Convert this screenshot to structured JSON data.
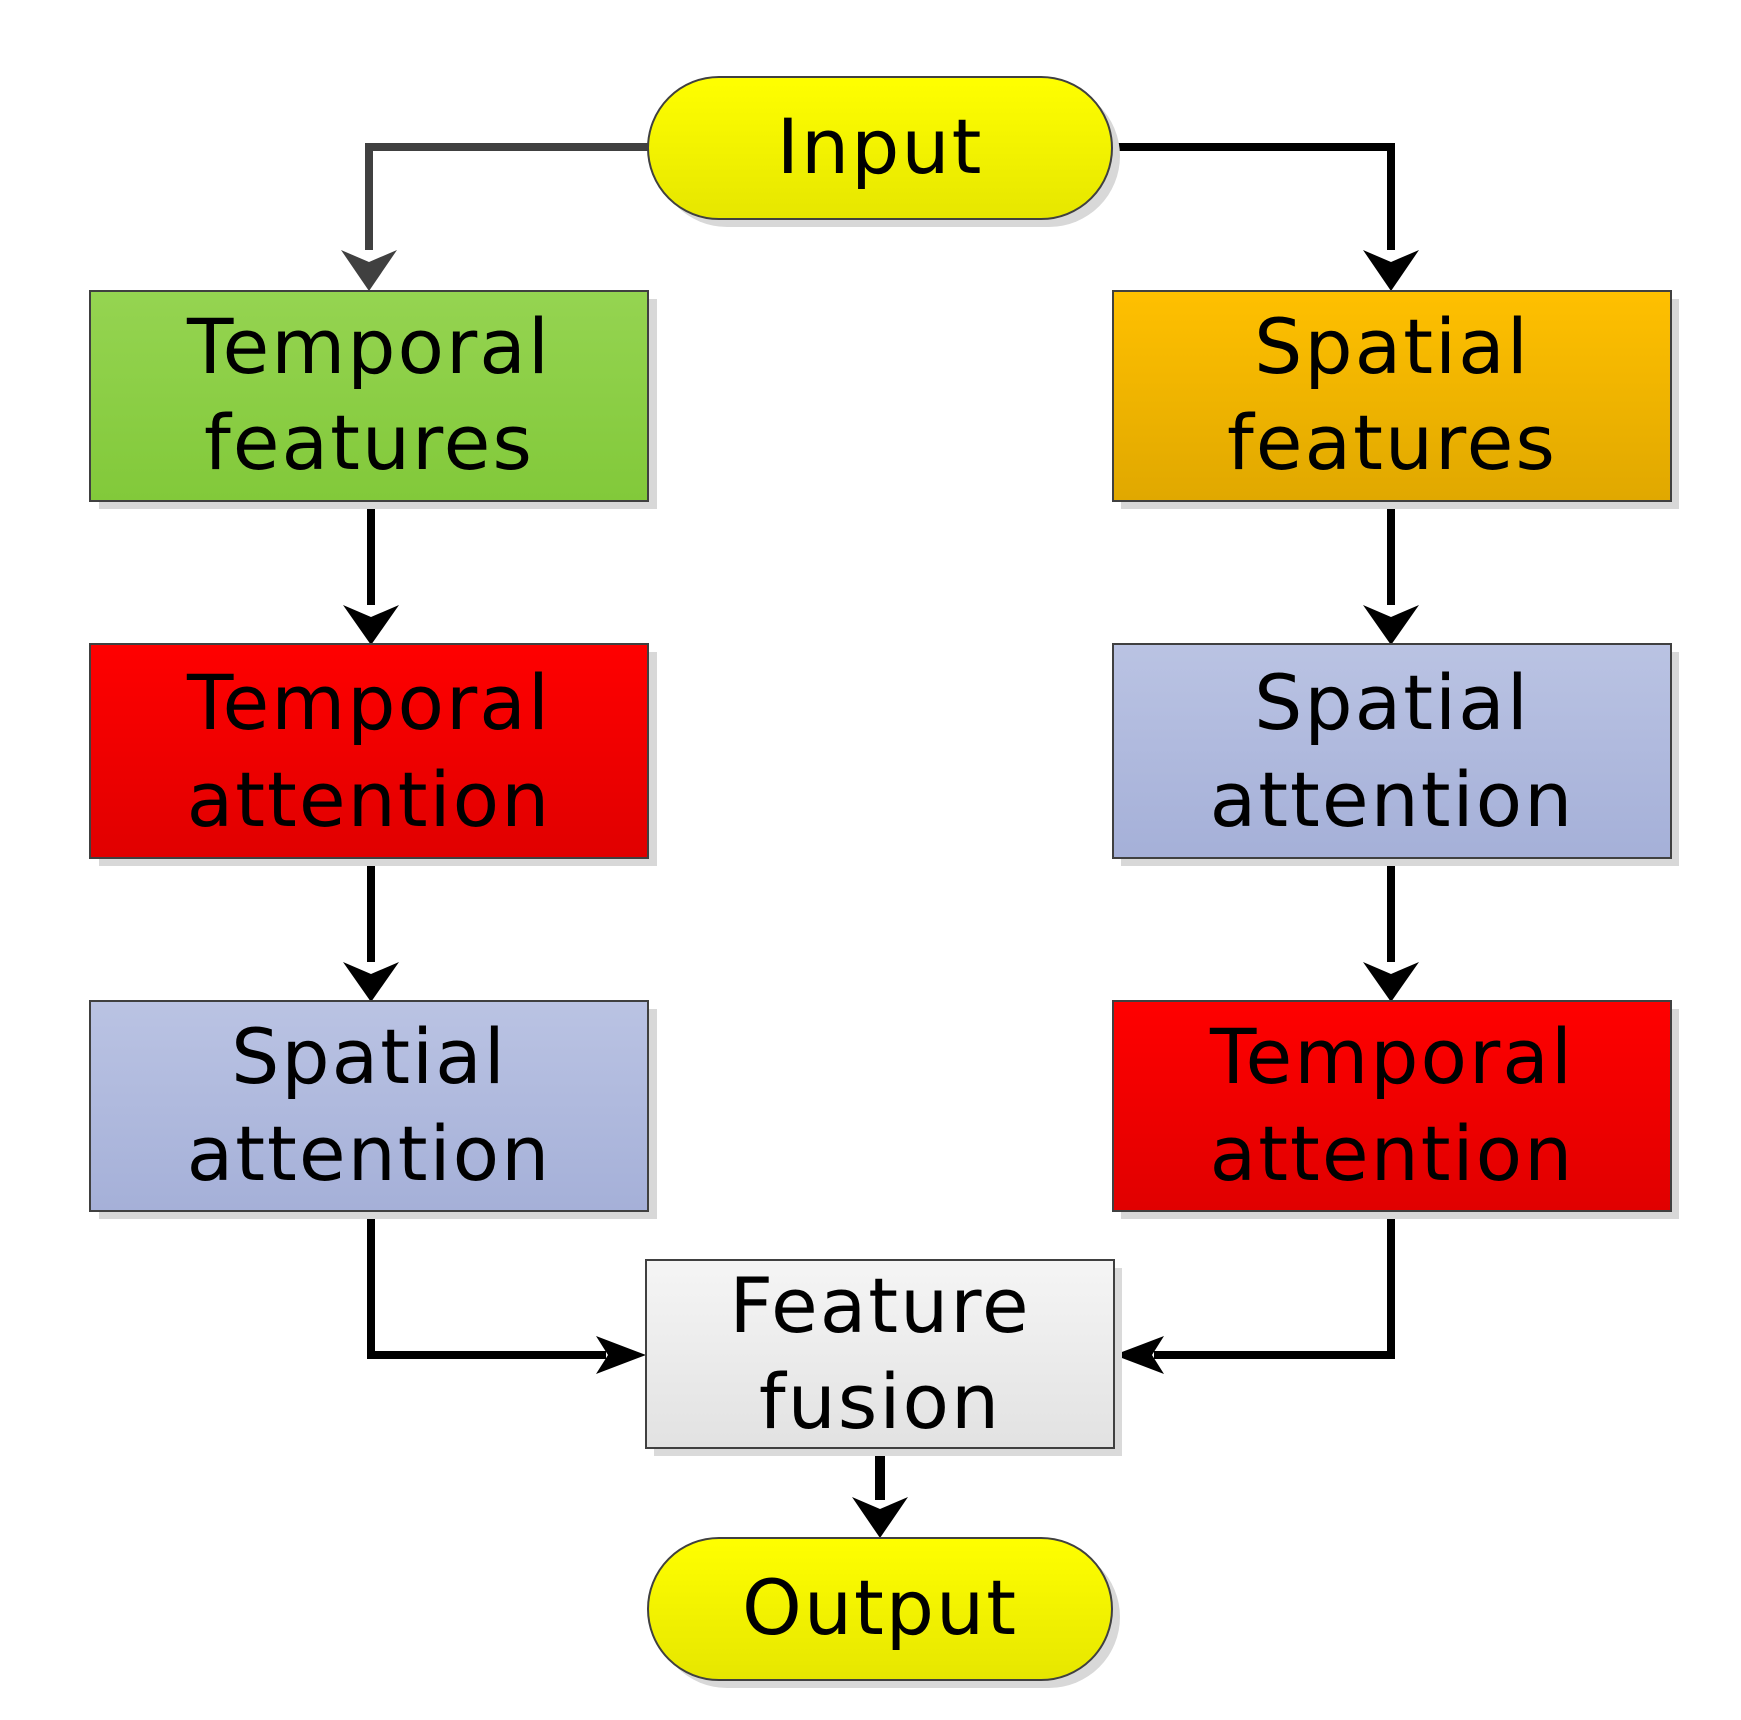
{
  "diagram": {
    "input": {
      "label": "Input"
    },
    "output": {
      "label": "Output"
    },
    "left_branch": {
      "features": {
        "line1": "Temporal",
        "line2": "features",
        "color": "#8DD149"
      },
      "attention1": {
        "line1": "Temporal",
        "line2": "attention",
        "color": "#F20000"
      },
      "attention2": {
        "line1": "Spatial",
        "line2": "attention",
        "color": "#B0B9DD"
      }
    },
    "right_branch": {
      "features": {
        "line1": "Spatial",
        "line2": "features",
        "color": "#F3B500"
      },
      "attention1": {
        "line1": "Spatial",
        "line2": "attention",
        "color": "#B0B9DD"
      },
      "attention2": {
        "line1": "Temporal",
        "line2": "attention",
        "color": "#F20000"
      }
    },
    "fusion": {
      "line1": "Feature",
      "line2": "fusion",
      "color": "#EBEBEB"
    },
    "terminal_color": "#F5F500",
    "edges": [
      {
        "from": "input",
        "to": "left-features"
      },
      {
        "from": "input",
        "to": "right-features"
      },
      {
        "from": "left-features",
        "to": "left-attention1"
      },
      {
        "from": "left-attention1",
        "to": "left-attention2"
      },
      {
        "from": "right-features",
        "to": "right-attention1"
      },
      {
        "from": "right-attention1",
        "to": "right-attention2"
      },
      {
        "from": "left-attention2",
        "to": "fusion"
      },
      {
        "from": "right-attention2",
        "to": "fusion"
      },
      {
        "from": "fusion",
        "to": "output"
      }
    ]
  }
}
